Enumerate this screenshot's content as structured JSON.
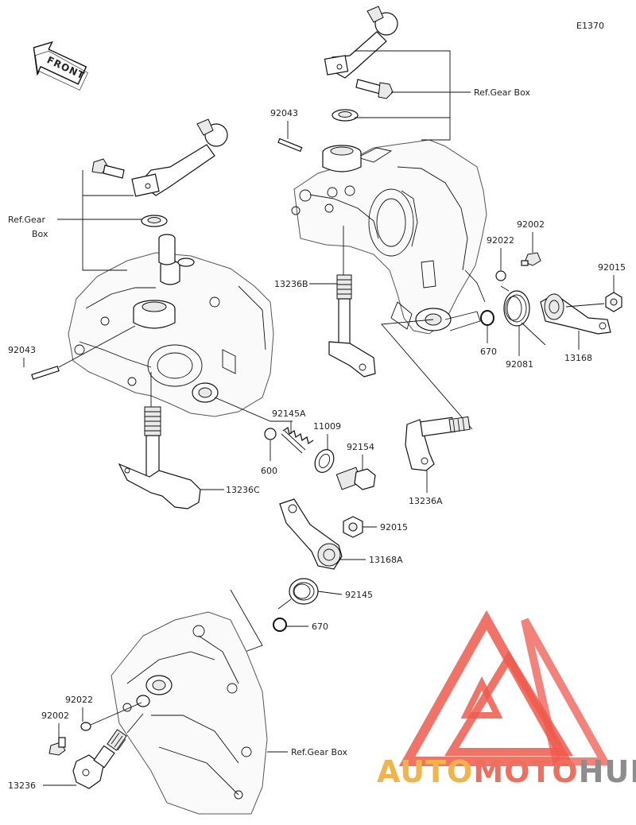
{
  "diagram_code": "E1370",
  "front_label": "FRONT",
  "callouts": {
    "ref_gear_box_top": "Ref.Gear Box",
    "ref_gear_left_line1": "Ref.Gear",
    "ref_gear_left_line2": "Box",
    "ref_gear_box_bottom": "Ref.Gear Box",
    "p92043_top": "92043",
    "p92043_left": "92043",
    "p92002_right": "92002",
    "p92022_right": "92022",
    "p92015_right": "92015",
    "p13236B": "13236B",
    "p670_right": "670",
    "p92081": "92081",
    "p13168": "13168",
    "p92145A": "92145A",
    "p11009": "11009",
    "p92154": "92154",
    "p600": "600",
    "p13236A": "13236A",
    "p13236C": "13236C",
    "p92015_mid": "92015",
    "p13168A": "13168A",
    "p92145": "92145",
    "p670_mid": "670",
    "p92022_left": "92022",
    "p92002_left": "92002",
    "p13236": "13236"
  },
  "watermark": {
    "part1": "AUTO",
    "part2": "MOTO",
    "part3": "HUB",
    "color_auto": "#f2b34a",
    "color_moto": "#ef6f5e",
    "color_hub": "#8d8d8d",
    "logo_color": "#ef5a4e"
  }
}
